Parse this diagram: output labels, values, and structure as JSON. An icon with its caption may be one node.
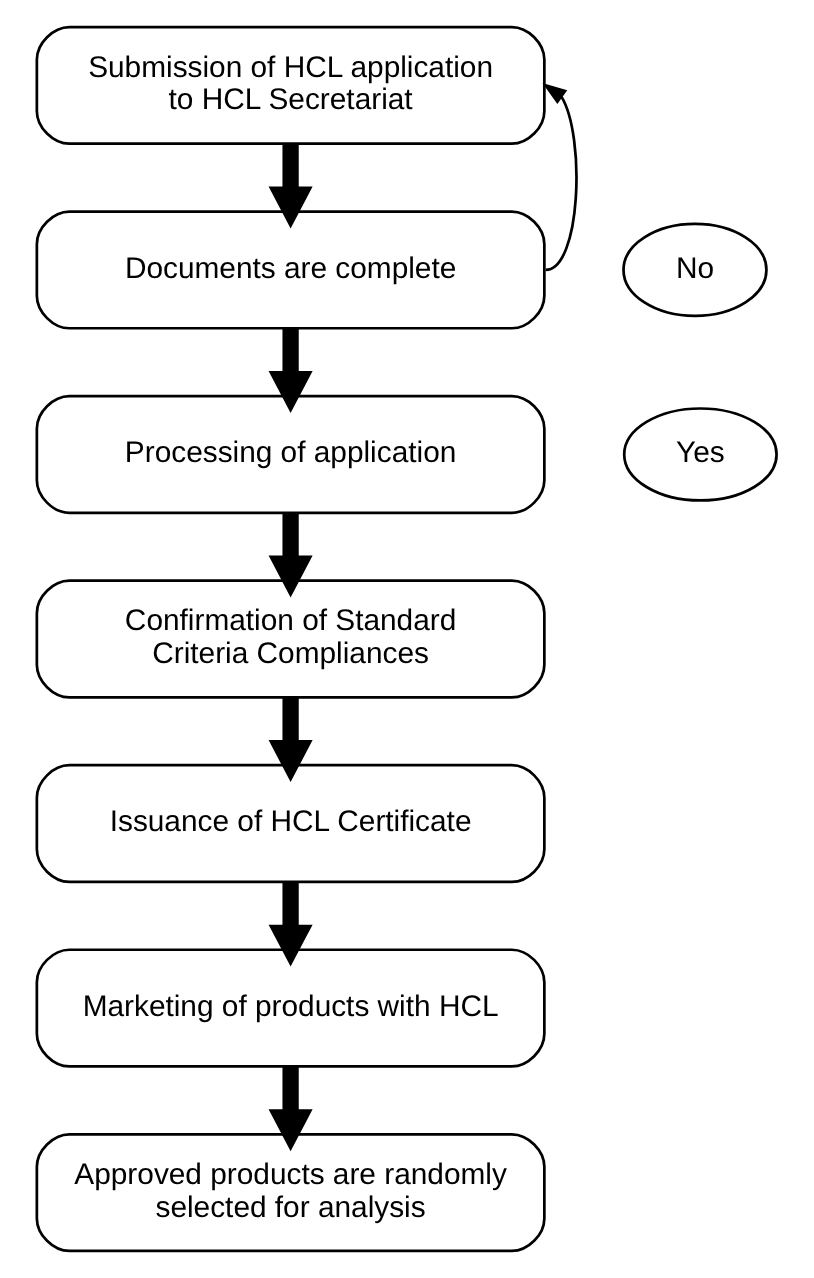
{
  "diagram": {
    "nodes": [
      {
        "text": [
          "Submission of HCL application to HCL Secretariat"
        ]
      },
      {
        "text": [
          "No"
        ]
      },
      {
        "text": [
          "Documents are complete"
        ]
      },
      {
        "text": [
          "Yes"
        ]
      },
      {
        "text": [
          "Processing of application"
        ]
      },
      {
        "text": [
          "Confirmation of Standard Criteria Compliances"
        ]
      },
      {
        "text": [
          "Issuance of HCL Certificate"
        ]
      },
      {
        "text": [
          "Marketing of products with HCL"
        ]
      },
      {
        "text": [
          "Approved products are randomly selected for analysis"
        ]
      }
    ],
    "edges": [
      {
        "from": 0,
        "to": 2,
        "arrow": "to"
      },
      {
        "from": 2,
        "to": 0,
        "arrow": "to"
      },
      {
        "from": 2,
        "to": 4,
        "arrow": "to"
      },
      {
        "from": 4,
        "to": 5,
        "arrow": "to"
      },
      {
        "from": 5,
        "to": 6,
        "arrow": "to"
      },
      {
        "from": 6,
        "to": 7,
        "arrow": "to"
      },
      {
        "from": 7,
        "to": 8,
        "arrow": "to"
      }
    ]
  }
}
